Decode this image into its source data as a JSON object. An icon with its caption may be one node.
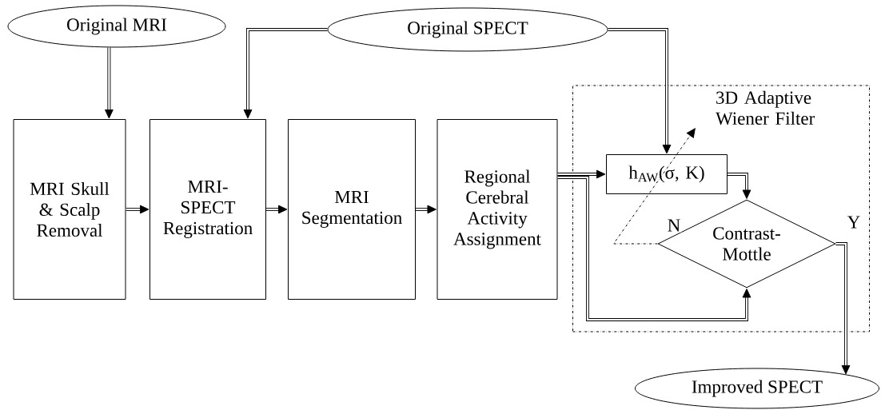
{
  "diagram": {
    "nodes": [
      {
        "text": [
          "Original MRI"
        ]
      },
      {
        "text": [
          "Original SPECT"
        ]
      },
      {
        "text": [
          "MRI Skull & Scalp Removal"
        ]
      },
      {
        "text": [
          "MRI- SPECT Registration"
        ]
      },
      {
        "text": [
          "MRI Segmentation"
        ]
      },
      {
        "text": [
          "Regional Cerebral Activity Assignment"
        ]
      },
      {
        "text": [
          "3D Adaptive Wiener Filter"
        ]
      },
      {
        "text": [
          "h$_{AW}$(σ, K)"
        ],
        "in": 6
      },
      {
        "text": [
          "Contrast- Mottle"
        ],
        "in": 6
      },
      {
        "text": [
          "Improved SPECT"
        ]
      }
    ],
    "edges": [
      {
        "from": 0,
        "to": 2,
        "arrow": "to"
      },
      {
        "from": 1,
        "to": 3,
        "arrow": "to"
      },
      {
        "from": 1,
        "to": 7,
        "arrow": "to"
      },
      {
        "from": 2,
        "to": 3,
        "arrow": "to"
      },
      {
        "from": 3,
        "to": 4,
        "arrow": "to"
      },
      {
        "from": 4,
        "to": 5,
        "arrow": "to"
      },
      {
        "from": 5,
        "to": 7,
        "arrow": "to"
      },
      {
        "from": 5,
        "to": 8,
        "arrow": "to"
      },
      {
        "from": 7,
        "to": 8,
        "arrow": "to"
      },
      {
        "from": 8,
        "to": 9,
        "arrow": "to",
        "label": "Y"
      },
      {
        "from": 8,
        "to": null,
        "arrow": "to",
        "label": "N",
        "style": "dashed"
      }
    ]
  }
}
